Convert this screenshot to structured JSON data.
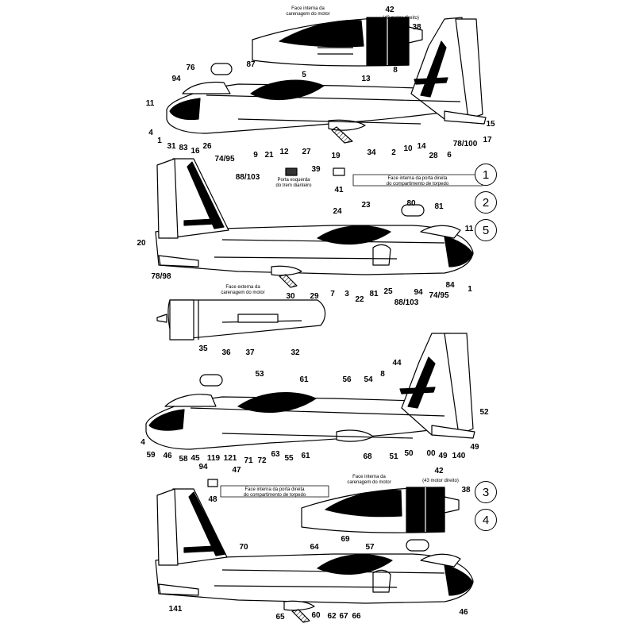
{
  "notes": {
    "engine_inner_1": [
      "Face interna da",
      "carenagem do motor"
    ],
    "motor_esq_1": "(43 motor direito)",
    "porta_trem": [
      "Porta esquerda",
      "do trem dianteiro"
    ],
    "porta_torpedo_1": [
      "Face interna da porta direita",
      "do compartimento de torpedo"
    ],
    "engine_outer": [
      "Face externa da",
      "carenagem do motor"
    ],
    "porta_torpedo_2": [
      "Face interna da porta direita",
      "do compartimento de torpedo"
    ],
    "engine_inner_2": [
      "Face interna da",
      "carenagem do motor"
    ],
    "motor_dir_2": "(43 motor direito)"
  },
  "scheme_ids": [
    "1",
    "2",
    "5",
    "3",
    "4"
  ],
  "callouts": {
    "p1": [
      "42",
      "38",
      "87",
      "76",
      "94",
      "5",
      "13",
      "8",
      "11",
      "4",
      "1",
      "31",
      "83",
      "16",
      "26",
      "74/95",
      "88/103",
      "9",
      "21",
      "12",
      "27",
      "19",
      "34",
      "2",
      "10",
      "14",
      "28",
      "6",
      "78/100",
      "17",
      "15",
      "39",
      "41"
    ],
    "p2": [
      "24",
      "23",
      "80",
      "81",
      "11",
      "20",
      "78/98",
      "30",
      "29",
      "7",
      "3",
      "22",
      "81",
      "25",
      "94",
      "88/103",
      "74/95",
      "84",
      "1"
    ],
    "p3": [
      "35",
      "36",
      "37",
      "32"
    ],
    "p4": [
      "53",
      "61",
      "56",
      "54",
      "8",
      "44",
      "52",
      "4",
      "59",
      "46",
      "58",
      "45",
      "94",
      "119",
      "121",
      "47",
      "71",
      "72",
      "63",
      "55",
      "61",
      "68",
      "51",
      "50",
      "00",
      "49",
      "140",
      "49"
    ],
    "p5": [
      "48",
      "42",
      "38",
      "70",
      "64",
      "69",
      "57",
      "141",
      "65",
      "60",
      "62",
      "67",
      "66",
      "46"
    ]
  }
}
